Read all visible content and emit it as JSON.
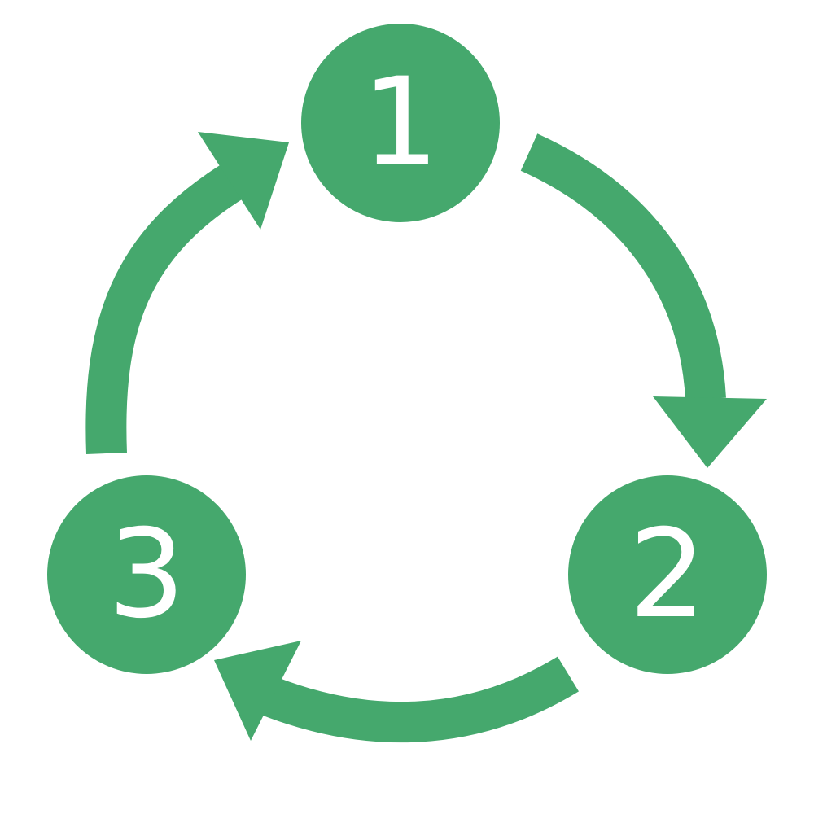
{
  "colors": {
    "accent": "#45a86d",
    "number": "#ffffff"
  },
  "cycle": {
    "steps": [
      {
        "label": "1"
      },
      {
        "label": "2"
      },
      {
        "label": "3"
      }
    ],
    "flow": [
      {
        "from": "1",
        "to": "2"
      },
      {
        "from": "2",
        "to": "3"
      },
      {
        "from": "3",
        "to": "1"
      }
    ]
  }
}
